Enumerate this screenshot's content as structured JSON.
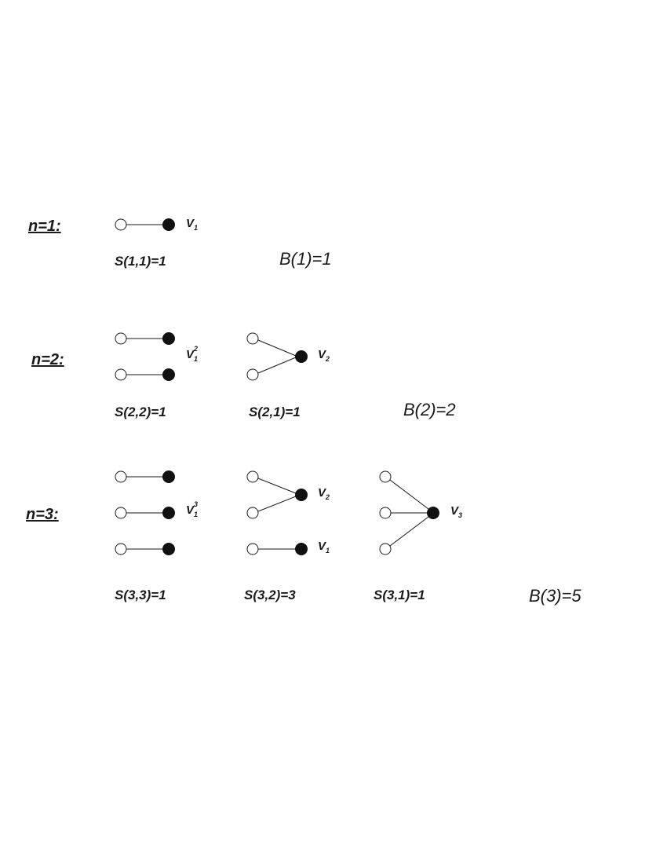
{
  "rows": [
    {
      "label": "n=1:",
      "stirling": [
        "S(1,1)=1"
      ],
      "bell": "B(1)=1"
    },
    {
      "label": "n=2:",
      "stirling": [
        "S(2,2)=1",
        "S(2,1)=1"
      ],
      "bell": "B(2)=2"
    },
    {
      "label": "n=3:",
      "stirling": [
        "S(3,3)=1",
        "S(3,2)=3",
        "S(3,1)=1"
      ],
      "bell": "B(3)=5"
    }
  ],
  "vertex_labels": {
    "v1": {
      "base": "V",
      "sub": "1"
    },
    "v1_sq": {
      "base": "V",
      "sub": "1",
      "sup": "2"
    },
    "v2": {
      "base": "V",
      "sub": "2"
    },
    "v1_cube": {
      "base": "V",
      "sub": "1",
      "sup": "3"
    },
    "v2_b": {
      "base": "V",
      "sub": "2"
    },
    "v1_b": {
      "base": "V",
      "sub": "1"
    },
    "v3": {
      "base": "V",
      "sub": "3"
    }
  },
  "colors": {
    "ink": "#1a1a1a",
    "open_node": "#ffffff",
    "filled_node": "#111111"
  }
}
